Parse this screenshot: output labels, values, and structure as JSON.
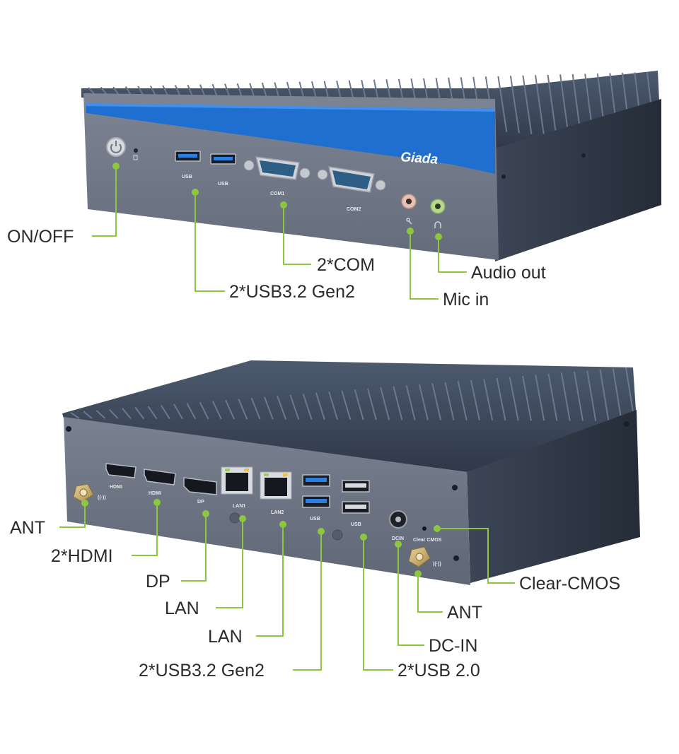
{
  "brand": {
    "logo_text": "Giada",
    "accent_blue": "#1e6fd0",
    "leader_green": "#8dc63f"
  },
  "front_panel": {
    "port_labels": {
      "usb_1": "USB",
      "usb_2": "USB",
      "com_1": "COM1",
      "com_2": "COM2"
    },
    "callouts": {
      "power": "ON/OFF",
      "com": "2*COM",
      "usb": "2*USB3.2 Gen2",
      "audio_out": "Audio out",
      "mic_in": "Mic in"
    }
  },
  "rear_panel": {
    "port_labels": {
      "hdmi_1": "HDMI",
      "hdmi_2": "HDMI",
      "dp": "DP",
      "lan_1": "LAN1",
      "lan_2": "LAN2",
      "usb3": "USB",
      "usb2": "USB",
      "dc": "DCIN",
      "clear_cmos": "Clear CMOS"
    },
    "callouts": {
      "ant_left": "ANT",
      "hdmi": "2*HDMI",
      "dp": "DP",
      "lan_1": "LAN",
      "lan_2": "LAN",
      "usb3": "2*USB3.2 Gen2",
      "clear_cmos": "Clear-CMOS",
      "ant_right": "ANT",
      "dc_in": "DC-IN",
      "usb2": "2*USB 2.0"
    }
  }
}
